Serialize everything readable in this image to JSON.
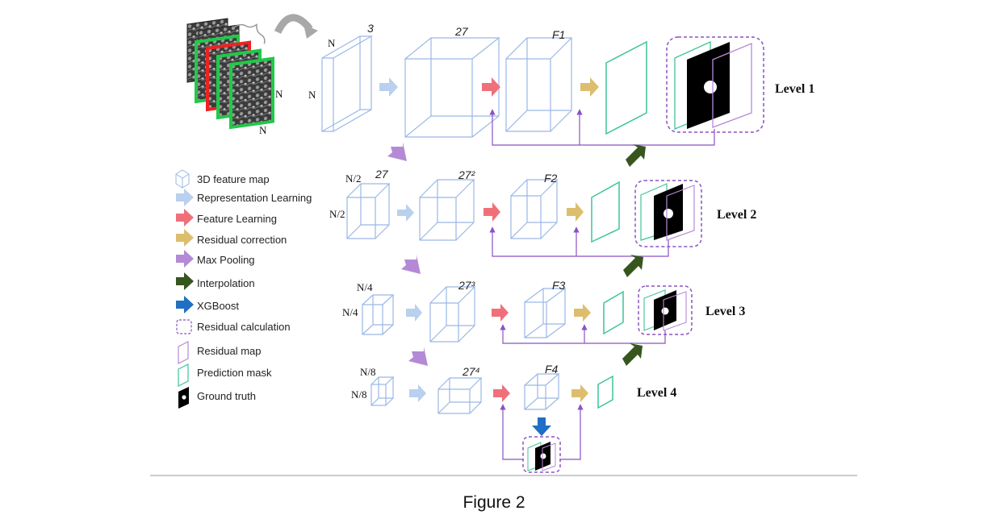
{
  "colors": {
    "box": "#9ab8e6",
    "rep_arrow": "#b9d0ee",
    "feat_arrow": "#f0707a",
    "resid_arrow": "#dcbe6e",
    "pool_arrow": "#b48ad6",
    "interp_arrow": "#37561e",
    "xgb_arrow": "#1f6fc4",
    "connector": "#8a52c4",
    "pred_mask": "#3fc49a",
    "resid_map": "#b88ad8",
    "resid_calc": "#8a52c4",
    "mri_red": "#ee2222",
    "mri_green": "#22c84a"
  },
  "input": {
    "n_label": "N"
  },
  "levels": [
    {
      "name": "Level 1",
      "size": "N",
      "count_in": "3",
      "count_mid": "27",
      "count_f": "F1"
    },
    {
      "name": "Level 2",
      "size": "N/2",
      "count_in": "27",
      "count_mid": "27²",
      "count_f": "F2"
    },
    {
      "name": "Level 3",
      "size": "N/4",
      "count_mid": "27³",
      "count_f": "F3"
    },
    {
      "name": "Level 4",
      "size": "N/8",
      "count_mid": "27⁴",
      "count_f": "F4"
    }
  ],
  "legend": [
    {
      "icon": "cube-icon",
      "label": "3D feature map"
    },
    {
      "icon": "representation-arrow-icon",
      "label": "Representation Learning"
    },
    {
      "icon": "feature-arrow-icon",
      "label": "Feature Learning"
    },
    {
      "icon": "residual-arrow-icon",
      "label": "Residual correction"
    },
    {
      "icon": "pooling-arrow-icon",
      "label": "Max Pooling"
    },
    {
      "icon": "interpolation-arrow-icon",
      "label": "Interpolation"
    },
    {
      "icon": "xgboost-arrow-icon",
      "label": "XGBoost"
    },
    {
      "icon": "dashed-box-icon",
      "label": "Residual calculation"
    },
    {
      "icon": "residual-map-icon",
      "label": "Residual map"
    },
    {
      "icon": "prediction-mask-icon",
      "label": "Prediction mask"
    },
    {
      "icon": "ground-truth-icon",
      "label": "Ground truth"
    }
  ],
  "caption": "Figure 2"
}
